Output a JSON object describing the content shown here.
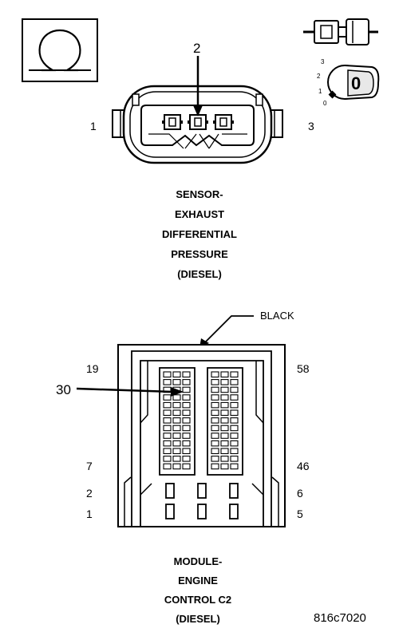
{
  "sensor": {
    "pin_callout": "2",
    "pin_left": "1",
    "pin_right": "3",
    "title_lines": [
      "SENSOR-",
      "EXHAUST",
      "DIFFERENTIAL",
      "PRESSURE",
      "(DIESEL)"
    ]
  },
  "ignition": {
    "key_position": "0",
    "positions": [
      "3",
      "2",
      "1",
      "0"
    ]
  },
  "module": {
    "color_label": "BLACK",
    "pin_callout": "30",
    "left_labels": [
      "19",
      "7",
      "2",
      "1"
    ],
    "right_labels": [
      "58",
      "46",
      "6",
      "5"
    ],
    "title_lines": [
      "MODULE-",
      "ENGINE",
      "CONTROL C2",
      "(DIESEL)"
    ]
  },
  "figure_id": "816c7020",
  "icons": [
    "ohm-icon",
    "connector-icon",
    "ignition-key-icon"
  ]
}
